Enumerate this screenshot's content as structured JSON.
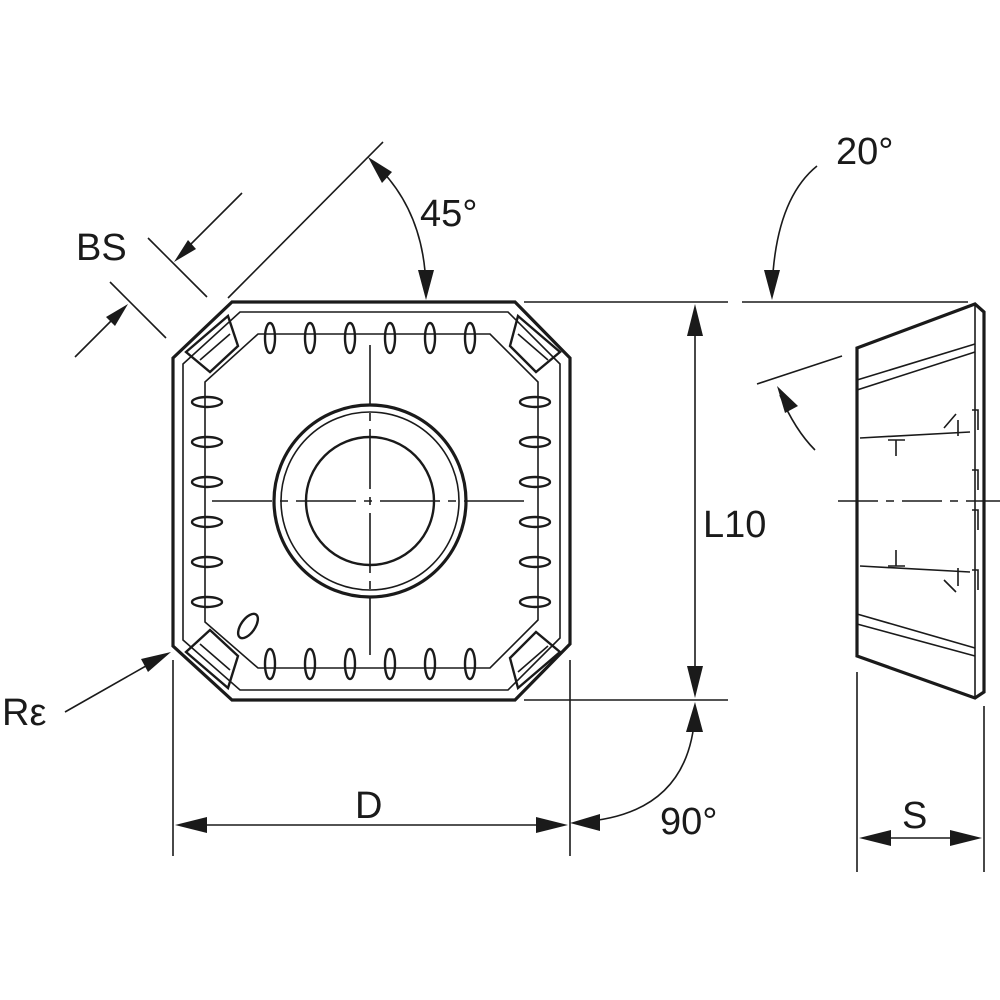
{
  "labels": {
    "bs": "BS",
    "angle_45": "45°",
    "angle_20": "20°",
    "l10": "L10",
    "r_epsilon": "Rε",
    "d": "D",
    "angle_90": "90°",
    "s": "S"
  }
}
